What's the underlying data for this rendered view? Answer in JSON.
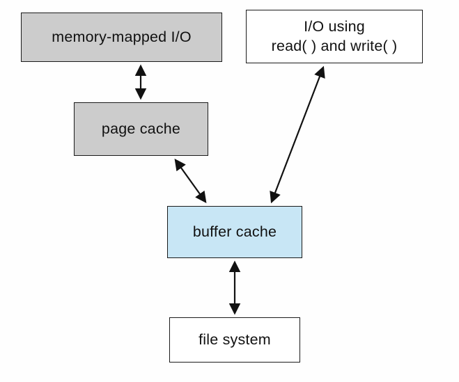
{
  "diagram": {
    "nodes": {
      "memory_mapped_io": {
        "label": "memory-mapped I/O",
        "fill": "#cccccc"
      },
      "io_read_write": {
        "lines": [
          "I/O using",
          "read( ) and write( )"
        ],
        "fill": "#ffffff"
      },
      "page_cache": {
        "label": "page cache",
        "fill": "#cccccc"
      },
      "buffer_cache": {
        "label": "buffer cache",
        "fill": "#c8e6f5"
      },
      "file_system": {
        "label": "file system",
        "fill": "#ffffff"
      }
    },
    "edges": [
      {
        "from": "memory_mapped_io",
        "to": "page_cache",
        "style": "double-arrow"
      },
      {
        "from": "page_cache",
        "to": "buffer_cache",
        "style": "double-arrow"
      },
      {
        "from": "io_read_write",
        "to": "buffer_cache",
        "style": "double-arrow"
      },
      {
        "from": "buffer_cache",
        "to": "file_system",
        "style": "double-arrow"
      }
    ],
    "colors": {
      "border": "#1a1a1a",
      "arrow": "#111111",
      "gray_fill": "#cccccc",
      "blue_fill": "#c8e6f5",
      "white_fill": "#ffffff"
    }
  }
}
